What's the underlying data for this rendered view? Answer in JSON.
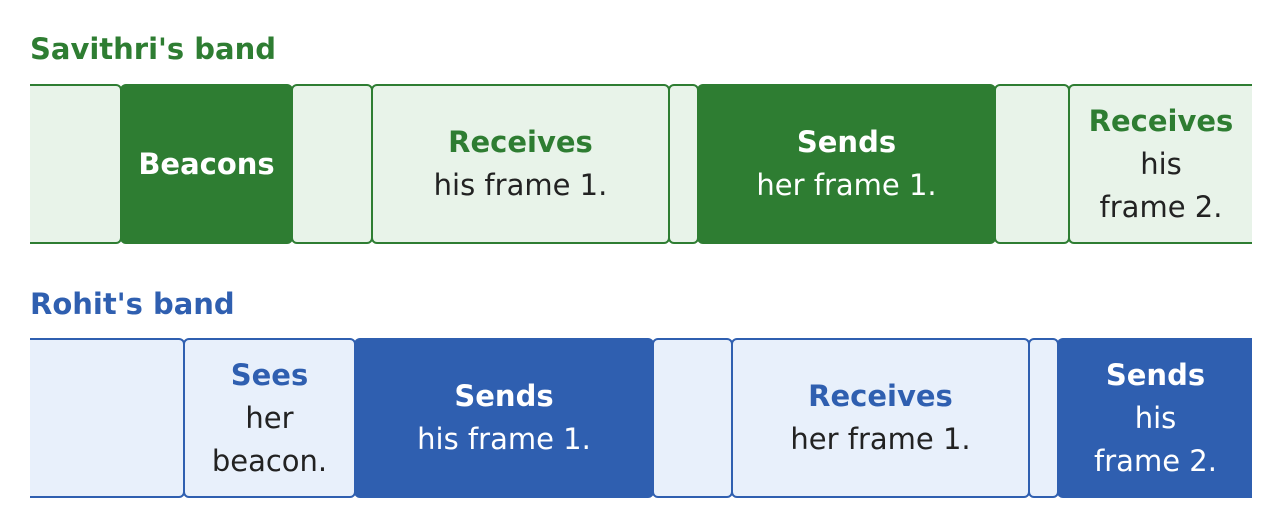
{
  "bands": [
    {
      "title": "Savithri's band",
      "colors": {
        "accent": "#2e7d32",
        "light_fill": "#e8f3e9"
      },
      "segments": [
        {
          "verb": "",
          "obj": "",
          "style": "light"
        },
        {
          "verb": "Beacons",
          "obj": "",
          "style": "dark"
        },
        {
          "verb": "",
          "obj": "",
          "style": "light"
        },
        {
          "verb": "Receives",
          "obj": "his frame 1.",
          "style": "light"
        },
        {
          "verb": "",
          "obj": "",
          "style": "light"
        },
        {
          "verb": "Sends",
          "obj": "her frame 1.",
          "style": "dark"
        },
        {
          "verb": "",
          "obj": "",
          "style": "light"
        },
        {
          "verb": "Receives",
          "obj": "his frame 2.",
          "style": "light"
        }
      ]
    },
    {
      "title": "Rohit's band",
      "colors": {
        "accent": "#2f5fb0",
        "light_fill": "#e8f0fb"
      },
      "segments": [
        {
          "verb": "",
          "obj": "",
          "style": "light"
        },
        {
          "verb": "Sees",
          "obj": "her beacon.",
          "style": "light"
        },
        {
          "verb": "Sends",
          "obj": "his frame 1.",
          "style": "dark"
        },
        {
          "verb": "",
          "obj": "",
          "style": "light"
        },
        {
          "verb": "Receives",
          "obj": "her frame 1.",
          "style": "light"
        },
        {
          "verb": "",
          "obj": "",
          "style": "light"
        },
        {
          "verb": "Sends",
          "obj": "his frame 2.",
          "style": "dark"
        }
      ]
    }
  ]
}
